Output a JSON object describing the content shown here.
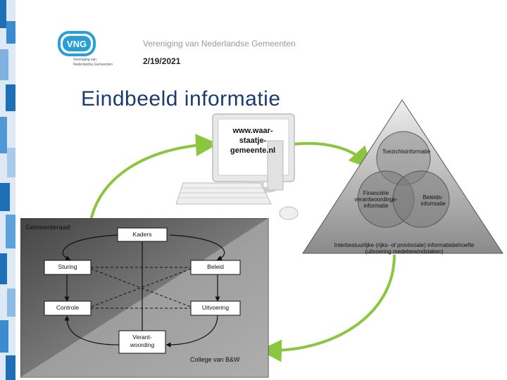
{
  "header": {
    "organization": "Vereniging van Nederlandse Gemeenten",
    "date": "2/19/2021",
    "logo_text": "VNG",
    "logo_subtext": "Vereniging van Nederlandse Gemeenten"
  },
  "title": "Eindbeeld informatie",
  "monitor": {
    "url_line1": "www.waar-",
    "url_line2": "staatje-",
    "url_line3": "gemeente.nl"
  },
  "triangle": {
    "toezicht": "Toezichtsinformatie",
    "financiele_l1": "Financiële",
    "financiele_l2": "verantwoordings-",
    "financiele_l3": "informatie",
    "beleid_l1": "Beleids-",
    "beleid_l2": "informatie",
    "interbestuurlijk_l1": "Interbestuurlijke (rijks- of provinciale) informatiebehoefte",
    "interbestuurlijk_l2": "(uitvoering medebewindstaken)"
  },
  "governance": {
    "title": "Gemeenteraad",
    "kaders": "Kaders",
    "sturing": "Sturing",
    "beleid": "Beleid",
    "controle": "Controle",
    "uitvoering": "Uitvoering",
    "verantwoording_l1": "Verant-",
    "verantwoording_l2": "woording",
    "college": "College van B&W"
  },
  "colors": {
    "title": "#1b3b6f",
    "arrow_green": "#8cc63f",
    "logo_blue": "#2a9fd6",
    "stripe_blue": "#1e6fb5"
  }
}
